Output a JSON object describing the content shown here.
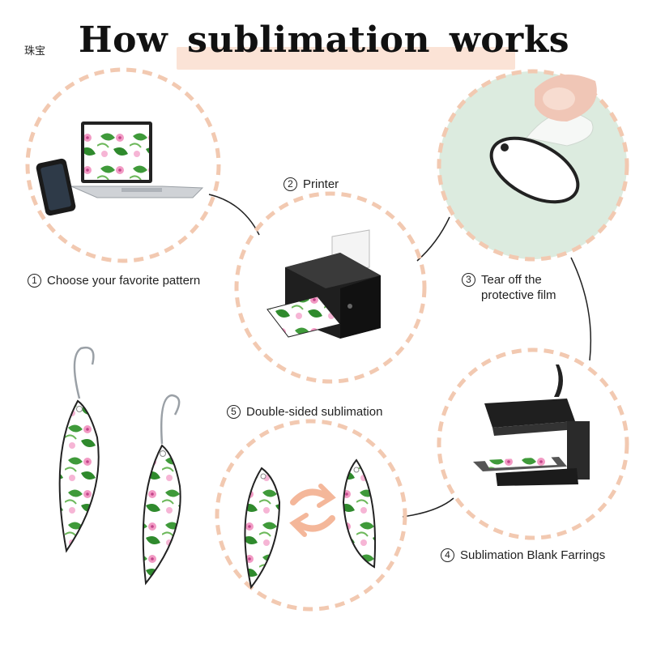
{
  "corner_label": "珠宝",
  "title": "How sublimation works",
  "steps": {
    "s1": {
      "number": "1",
      "label": "Choose your favorite pattern"
    },
    "s2": {
      "number": "2",
      "label": "Printer"
    },
    "s3": {
      "number": "3",
      "line1": "Tear off the",
      "line2": "protective film"
    },
    "s4": {
      "number": "4",
      "label": "Sublimation Blank Farrings"
    },
    "s5": {
      "number": "5",
      "label": "Double-sided sublimation"
    }
  },
  "colors": {
    "dashed_ring": "#f2c9b1",
    "title_highlight": "#fbe3d6",
    "arrow": "#f4b79a",
    "leaf": "#3f9a3a",
    "flower": "#f29ac4",
    "connector": "#222222"
  },
  "icons": [
    "laptop-icon",
    "phone-icon",
    "printer-icon",
    "heat-press-icon",
    "swap-arrows-icon"
  ]
}
